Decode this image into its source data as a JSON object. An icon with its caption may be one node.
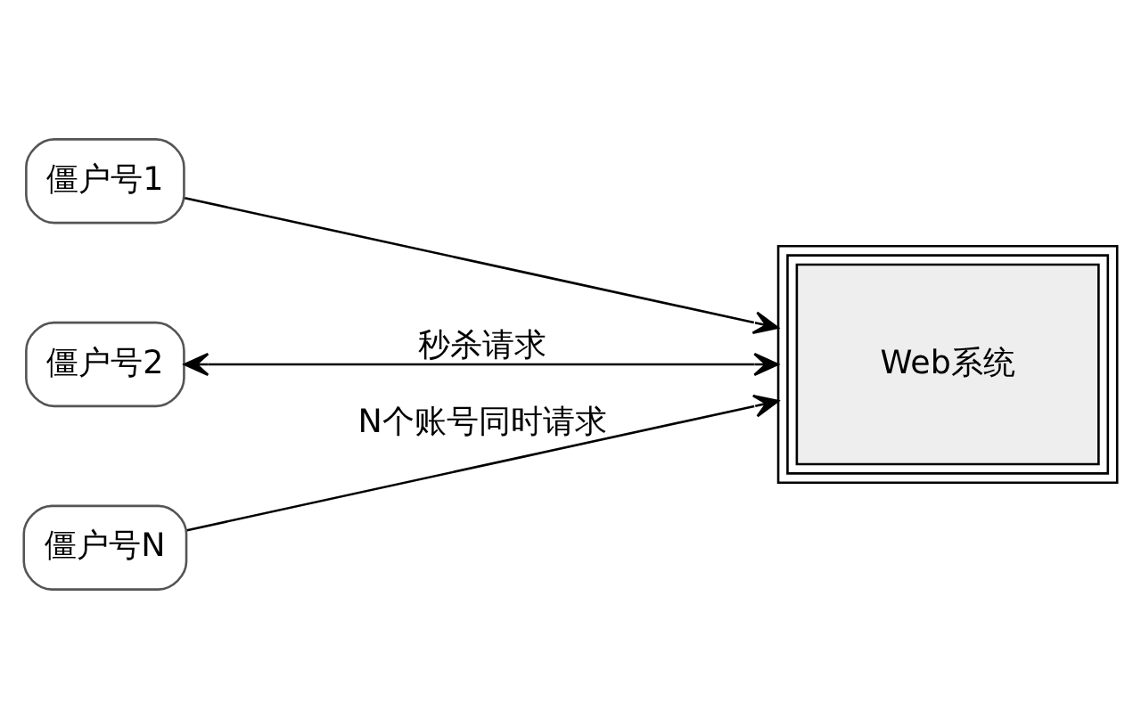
{
  "diagram": {
    "nodes": [
      {
        "text": [
          "僵户号1"
        ]
      },
      {
        "text": [
          "僵户号2"
        ]
      },
      {
        "text": [
          "僵户号N"
        ]
      },
      {
        "text": [
          "Web系统"
        ]
      }
    ],
    "edges": [
      {
        "from": 0,
        "to": 3,
        "arrow": "to"
      },
      {
        "from": 1,
        "to": 3,
        "arrow": "both",
        "label": "秒杀请求"
      },
      {
        "from": 2,
        "to": 3,
        "arrow": "to",
        "label": "N个账号同时请求"
      }
    ]
  }
}
